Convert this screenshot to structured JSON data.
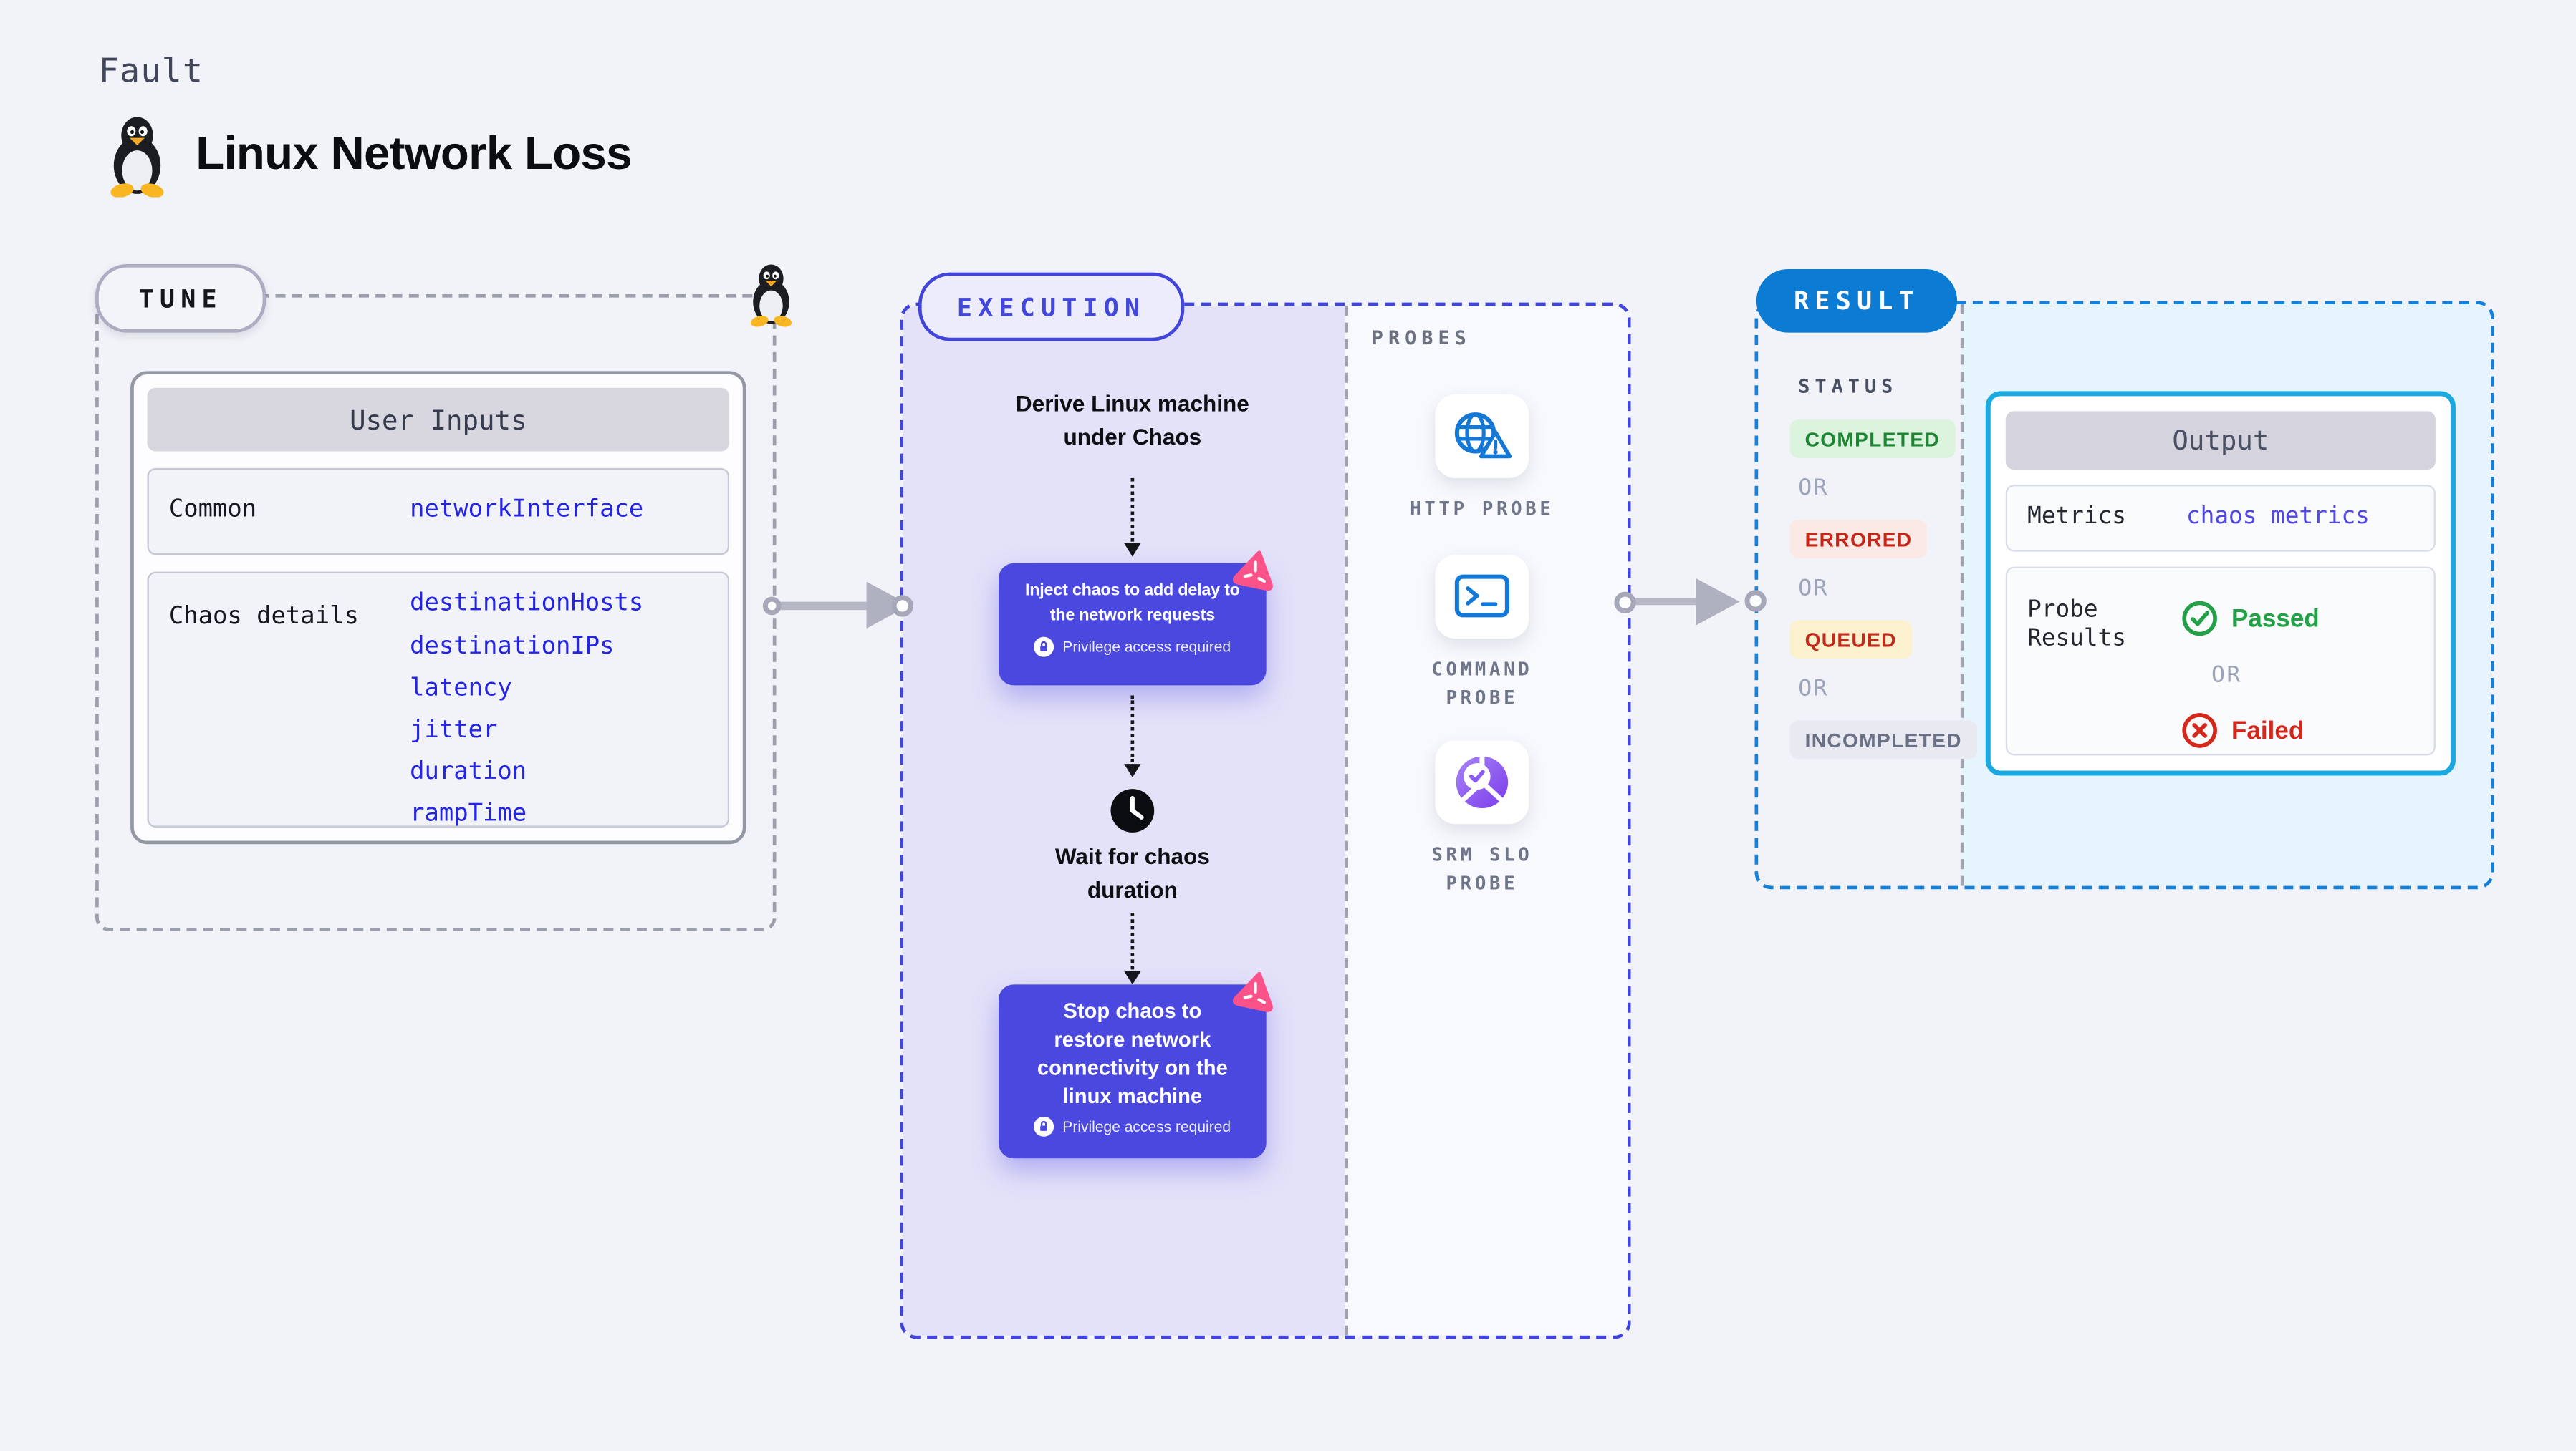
{
  "page": {
    "kicker": "Fault",
    "title": "Linux Network Loss"
  },
  "tune": {
    "badge": "TUNE",
    "table": {
      "header": "User Inputs",
      "rows": [
        {
          "label": "Common",
          "values": [
            "networkInterface"
          ]
        },
        {
          "label": "Chaos details",
          "values": [
            "destinationHosts",
            "destinationIPs",
            "latency",
            "jitter",
            "duration",
            "rampTime"
          ]
        }
      ]
    }
  },
  "execution": {
    "badge": "EXECUTION",
    "derive_label": "Derive Linux machine\nunder Chaos",
    "inject_label": "Inject chaos to add delay to\nthe network requests",
    "wait_label": "Wait for chaos\nduration",
    "stop_label": "Stop chaos to\nrestore network\nconnectivity on the\nlinux machine",
    "privilege_note": "Privilege access required",
    "probes": {
      "heading": "PROBES",
      "items": [
        {
          "label": "HTTP PROBE",
          "icon": "globe-warning-icon"
        },
        {
          "label": "COMMAND\nPROBE",
          "icon": "terminal-icon"
        },
        {
          "label": "SRM SLO\nPROBE",
          "icon": "slo-donut-icon"
        }
      ]
    }
  },
  "result": {
    "badge": "RESULT",
    "status": {
      "heading": "STATUS",
      "or": "OR",
      "items": [
        {
          "label": "COMPLETED",
          "text_color": "#1D8533",
          "bg_color": "#DCF3DE"
        },
        {
          "label": "ERRORED",
          "text_color": "#C4271A",
          "bg_color": "#FBE9E6"
        },
        {
          "label": "QUEUED",
          "text_color": "#BF2B1C",
          "bg_color": "#FCF1CF"
        },
        {
          "label": "INCOMPLETED",
          "text_color": "#6A7085",
          "bg_color": "#E8E9F1"
        }
      ]
    },
    "output": {
      "header": "Output",
      "metrics_label": "Metrics",
      "metrics_value": "chaos metrics",
      "probe_results_label": "Probe\nResults",
      "passed": "Passed",
      "or": "OR",
      "failed": "Failed"
    }
  },
  "colors": {
    "page_bg": "#F1F3F8",
    "lavender_fill": "#E4E2F9",
    "exec_border": "#4145DB",
    "chaos_card": "#4B48E0",
    "chaos_pink": "#FB5389",
    "tune_border": "#9B9EAB",
    "result_border": "#1580DA",
    "result_badge_bg": "#0C7BD3",
    "cyan_fill": "#E6F5FD",
    "output_border": "#1BA9E1",
    "param_blue": "#2424E4",
    "metrics_blue": "#5247E8",
    "passed_green": "#22A146",
    "failed_red": "#D4281C",
    "probe_icon_blue": "#1478D7"
  }
}
